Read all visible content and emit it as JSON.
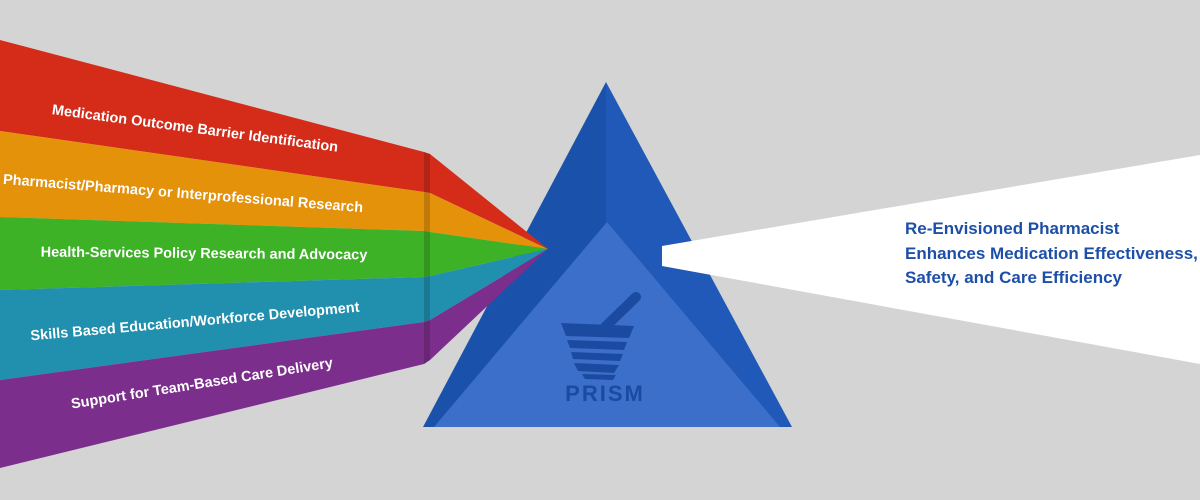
{
  "title": "PRISM pharmacist infographic",
  "colors": {
    "background": "#d4d4d4",
    "band_red": "#d52c1a",
    "band_orange": "#e5920b",
    "band_green": "#3db227",
    "band_teal": "#2090ae",
    "band_purple": "#7c2e8c",
    "prism_dark_left": "#1a52ab",
    "prism_dark_right": "#2159b8",
    "prism_face": "#3c6fc9",
    "icon_blue": "#1b4ba0",
    "beam_white": "#ffffff",
    "beam_text_blue": "#1e4fa8",
    "band_text": "#ffffff"
  },
  "input_bands": [
    {
      "label": "Medication Outcome Barrier Identification",
      "color": "#d52c1a"
    },
    {
      "label": "Pharmacist/Pharmacy or Interprofessional Research",
      "color": "#e5920b"
    },
    {
      "label": "Health-Services Policy Research and Advocacy",
      "color": "#3db227"
    },
    {
      "label": "Skills Based Education/Workforce Development",
      "color": "#2090ae"
    },
    {
      "label": "Support for Team-Based Care Delivery",
      "color": "#7c2e8c"
    }
  ],
  "prism": {
    "label": "PRISM",
    "icon": "mortar-and-pestle-icon"
  },
  "output_beam": {
    "lines": [
      "Re-Envisioned Pharmacist",
      "Enhances Medication Effectiveness,",
      "Safety, and Care Efficiency"
    ]
  }
}
